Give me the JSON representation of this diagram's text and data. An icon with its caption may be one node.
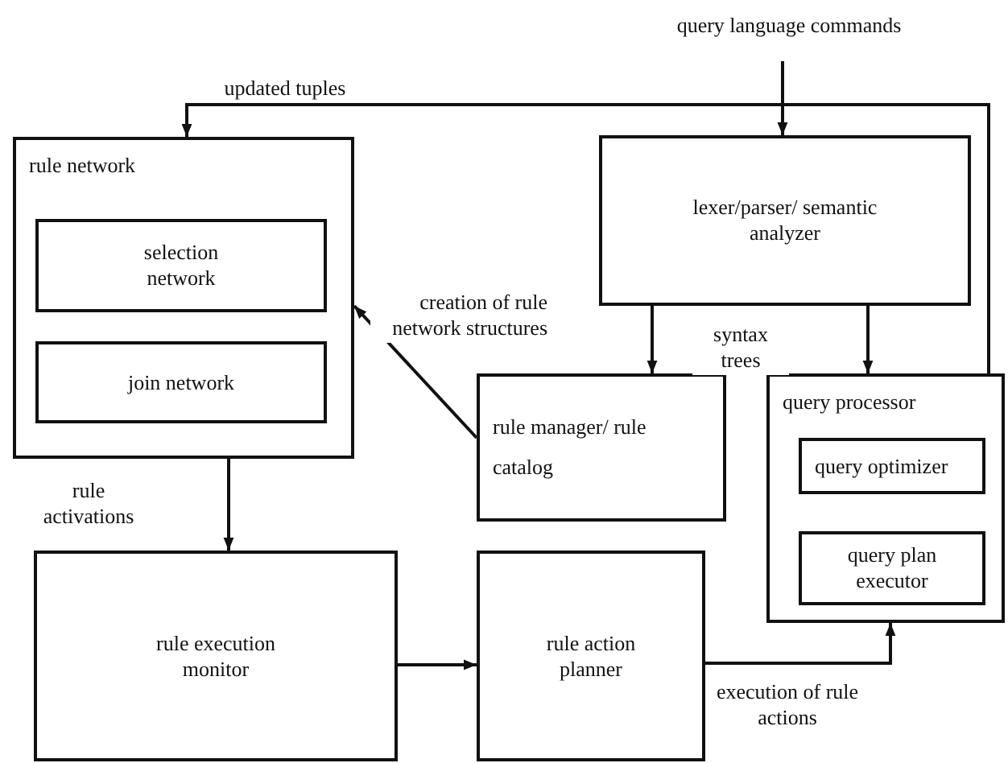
{
  "diagram": {
    "nodes": [
      {
        "text": [
          "query language commands"
        ]
      },
      {
        "text": [
          "rule network"
        ]
      },
      {
        "text": [
          "selection network"
        ],
        "in": 1
      },
      {
        "text": [
          "join network"
        ],
        "in": 1
      },
      {
        "text": [
          "lexer/parser/ semantic analyzer"
        ]
      },
      {
        "text": [
          "rule manager/ rule catalog"
        ]
      },
      {
        "text": [
          "query processor"
        ]
      },
      {
        "text": [
          "query optimizer"
        ],
        "in": 6
      },
      {
        "text": [
          "query plan executor"
        ],
        "in": 6
      },
      {
        "text": [
          "rule execution monitor"
        ]
      },
      {
        "text": [
          "rule action planner"
        ]
      }
    ],
    "edges": [
      {
        "from": 0,
        "to": 4,
        "arrow": "to"
      },
      {
        "from": 6,
        "to": 1,
        "arrow": "to",
        "label": "updated tuples"
      },
      {
        "from": 5,
        "to": 1,
        "arrow": "to",
        "label": "creation of rule network structures"
      },
      {
        "from": 4,
        "to": 5,
        "arrow": "to",
        "label": "syntax trees"
      },
      {
        "from": 4,
        "to": 6,
        "arrow": "to"
      },
      {
        "from": 1,
        "to": 9,
        "arrow": "to",
        "label": "rule activations"
      },
      {
        "from": 9,
        "to": 10,
        "arrow": "to"
      },
      {
        "from": 10,
        "to": 6,
        "arrow": "to",
        "label": "execution of rule actions"
      }
    ]
  }
}
